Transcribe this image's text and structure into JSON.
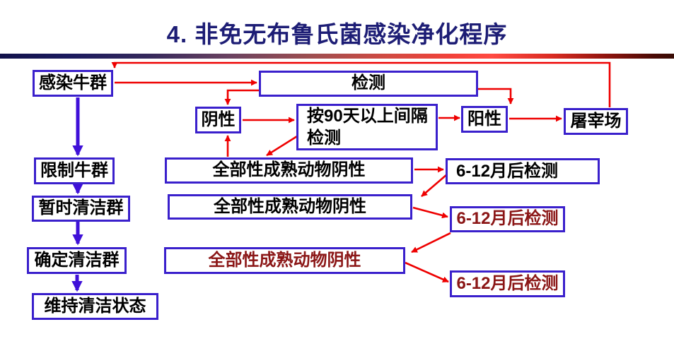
{
  "title": "4. 非免无布鲁氏菌感染净化程序",
  "colors": {
    "title_navy": "#1d1d75",
    "box_border_blue": "#3a20cc",
    "arrow_red": "#ee0000",
    "arrow_blue_violet": "#3f10d8",
    "text_black": "#000000",
    "text_dark_red": "#8b1616",
    "background": "#ffffff"
  },
  "nodes": {
    "infected_herd": "感染牛群",
    "restricted_herd": "限制牛群",
    "temp_clean_herd": "暂时清洁群",
    "confirmed_clean_herd": "确定清洁群",
    "maintain_clean_status": "维持清洁状态",
    "test": "检测",
    "negative": "阴性",
    "interval_test": "按90天以上间隔\n检测",
    "positive": "阳性",
    "slaughterhouse": "屠宰场",
    "all_mature_negative_1": "全部性成熟动物阴性",
    "all_mature_negative_2": "全部性成熟动物阴性",
    "all_mature_negative_3": "全部性成熟动物阴性",
    "retest_6_12_months_1": "6-12月后检测",
    "retest_6_12_months_2": "6-12月后检测",
    "retest_6_12_months_3": "6-12月后检测"
  }
}
